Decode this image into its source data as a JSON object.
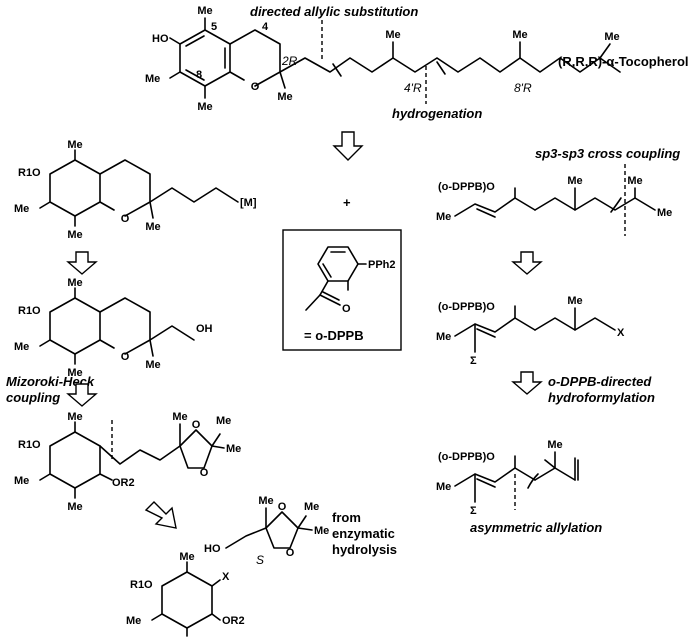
{
  "target": {
    "name": "(R,R,R)-α-Tocopherol",
    "annotation_top": "directed allylic substitution",
    "annotation_bottom": "hydrogenation",
    "locants": {
      "c5": "5",
      "c4": "4",
      "c8": "8",
      "c2": "2R",
      "c4p": "4'R",
      "c8p": "8'R"
    },
    "groups": {
      "oh": "HO",
      "me": "Me"
    }
  },
  "plus": "+",
  "dppb_box": {
    "pph2": "PPh2",
    "o": "O",
    "label": "= o-DPPB"
  },
  "left_branch": {
    "frag1": {
      "r1o": "R1O",
      "m": "[M]",
      "me": "Me",
      "o": "O"
    },
    "frag2": {
      "r1o": "R1O",
      "oh": "OH",
      "me": "Me",
      "o": "O"
    },
    "step_label": "Mizoroki-Heck coupling",
    "step_label_lines": [
      "Mizoroki-Heck",
      "coupling"
    ],
    "frag3": {
      "r1o": "R1O",
      "or2": "OR2",
      "me": "Me",
      "o": "O"
    },
    "chiral_pool": {
      "ho": "HO",
      "s": "S",
      "me": "Me",
      "o": "O",
      "note": [
        "from",
        "enzymatic",
        "hydrolysis"
      ]
    },
    "frag4": {
      "r1o": "R1O",
      "x": "X",
      "or2": "OR2",
      "me": "Me"
    }
  },
  "right_branch": {
    "step1_label": "sp3-sp3 cross coupling",
    "frag1": {
      "prot": "(o-DPPB)O",
      "me": "Me"
    },
    "frag2": {
      "prot": "(o-DPPB)O",
      "me": "Me",
      "x": "X",
      "sigma": "Σ"
    },
    "step2_label": [
      "o-DPPB-directed",
      "hydroformylation"
    ],
    "frag3": {
      "prot": "(o-DPPB)O",
      "me": "Me",
      "sigma": "Σ"
    },
    "step3_label": "asymmetric allylation"
  }
}
